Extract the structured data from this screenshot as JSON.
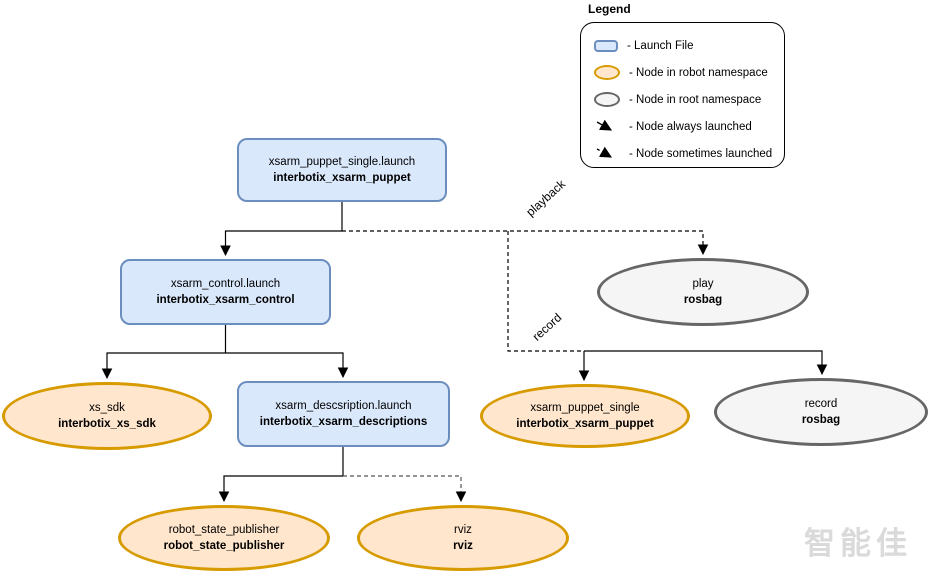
{
  "nodes": {
    "puppet_launch": {
      "line1": "xsarm_puppet_single.launch",
      "line2": "interbotix_xsarm_puppet"
    },
    "control_launch": {
      "line1": "xsarm_control.launch",
      "line2": "interbotix_xsarm_control"
    },
    "play_rosbag": {
      "line1": "play",
      "line2": "rosbag"
    },
    "xs_sdk": {
      "line1": "xs_sdk",
      "line2": "interbotix_xs_sdk"
    },
    "description_launch": {
      "line1": "xsarm_descsription.launch",
      "line2": "interbotix_xsarm_descriptions"
    },
    "puppet_single_node": {
      "line1": "xsarm_puppet_single",
      "line2": "interbotix_xsarm_puppet"
    },
    "record_rosbag": {
      "line1": "record",
      "line2": "rosbag"
    },
    "robot_state_publisher": {
      "line1": "robot_state_publisher",
      "line2": "robot_state_publisher"
    },
    "rviz": {
      "line1": "rviz",
      "line2": "rviz"
    }
  },
  "edge_labels": {
    "playback": "playback",
    "record": "record"
  },
  "legend": {
    "title": "Legend",
    "items": [
      {
        "icon": "launch-file-icon",
        "label": "- Launch File"
      },
      {
        "icon": "robot-namespace-node-icon",
        "label": "- Node in robot namespace"
      },
      {
        "icon": "root-namespace-node-icon",
        "label": "- Node in root namespace"
      },
      {
        "icon": "node-always-launched-arrow-icon",
        "label": "- Node always launched"
      },
      {
        "icon": "node-sometimes-launched-arrow-icon",
        "label": "- Node sometimes launched"
      }
    ]
  },
  "watermark": "智能佳",
  "colors": {
    "launch_file_fill": "#dae8fc",
    "launch_file_border": "#6c8ebf",
    "robot_node_fill": "#ffe6cc",
    "robot_node_border": "#d79b00",
    "root_node_fill": "#f5f5f5",
    "root_node_border": "#666666",
    "connector": "#000000",
    "watermark_color": "#dadada"
  }
}
